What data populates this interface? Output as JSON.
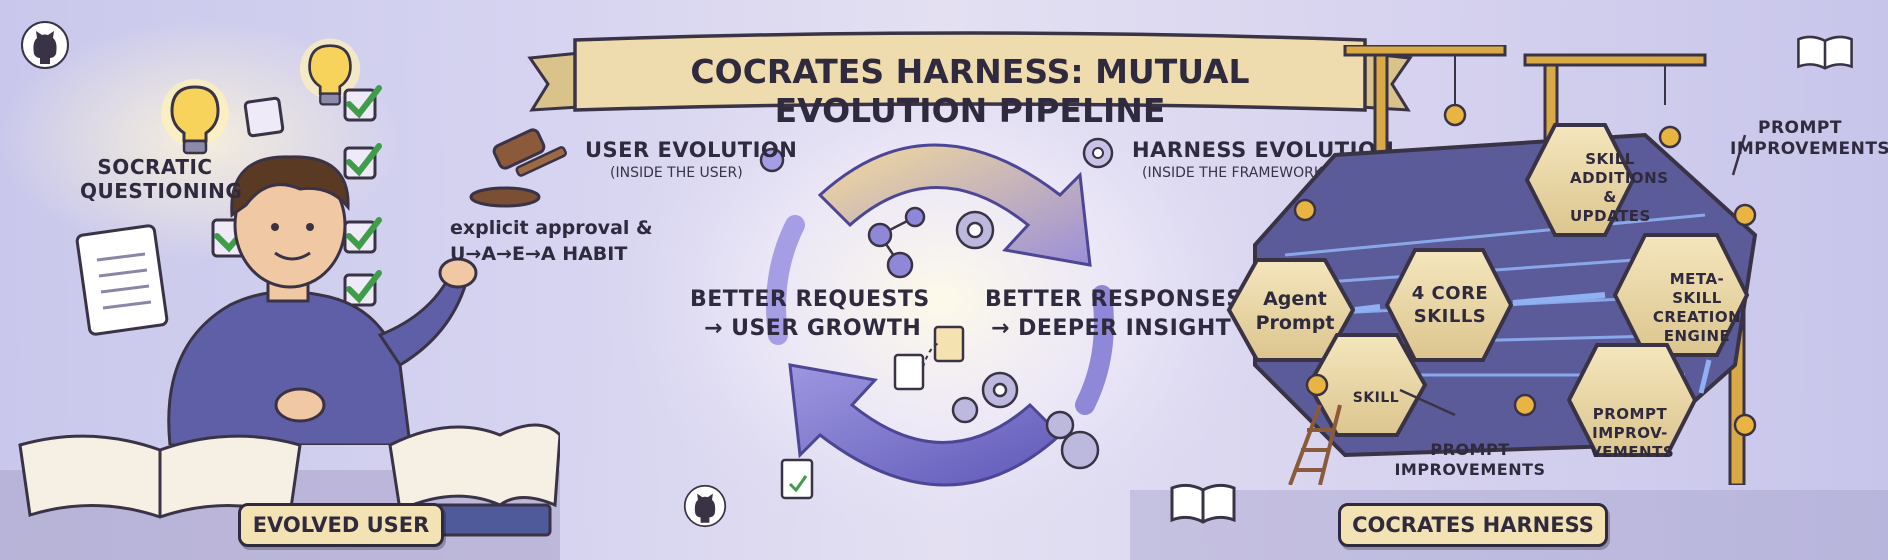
{
  "title": "COCRATES HARNESS: MUTUAL EVOLUTION PIPELINE",
  "left": {
    "socratic": [
      "SOCRATIC",
      "QUESTIONING"
    ],
    "habit": [
      "explicit approval &",
      "U→A→E→A HABIT"
    ],
    "footer": "EVOLVED USER"
  },
  "center": {
    "user_evolution": "USER EVOLUTION",
    "user_evolution_sub": "(INSIDE THE USER)",
    "harness_evolution": "HARNESS EVOLUTION",
    "harness_evolution_sub": "(INSIDE THE FRAMEWORK)",
    "better_requests": [
      "BETTER REQUESTS",
      "→ USER GROWTH"
    ],
    "better_responses": [
      "BETTER RESPONSES",
      "→ DEEPER INSIGHT"
    ]
  },
  "right": {
    "prompt_improvements_top": [
      "PROMPT",
      "IMPROVEMENTS"
    ],
    "skill_additions": [
      "SKILL",
      "ADDITIONS",
      "& UPDATES"
    ],
    "agent_prompt": [
      "Agent",
      "Prompt"
    ],
    "core_skills": [
      "4 CORE",
      "SKILLS"
    ],
    "meta_skill": [
      "META-SKILL",
      "CREATION",
      "ENGINE"
    ],
    "skill": "SKILL",
    "prompt_improvements_hex": [
      "PROMPT",
      "IMPROV-",
      "VEMENTS"
    ],
    "prompt_improvements_bottom": [
      "PROMPT",
      "IMPROVEMENTS"
    ],
    "footer": "COCRATES HARNESS"
  },
  "icons": [
    "github-icon",
    "book-icon",
    "gear-icon",
    "lightbulb-icon",
    "checkbox-icon",
    "gavel-icon",
    "document-icon",
    "crane-icon"
  ],
  "colors": {
    "hex_fill": "#ecdcae",
    "cycle_purple": "#7a74cc",
    "cycle_gold": "#e2c170",
    "banner": "#efdcae"
  }
}
